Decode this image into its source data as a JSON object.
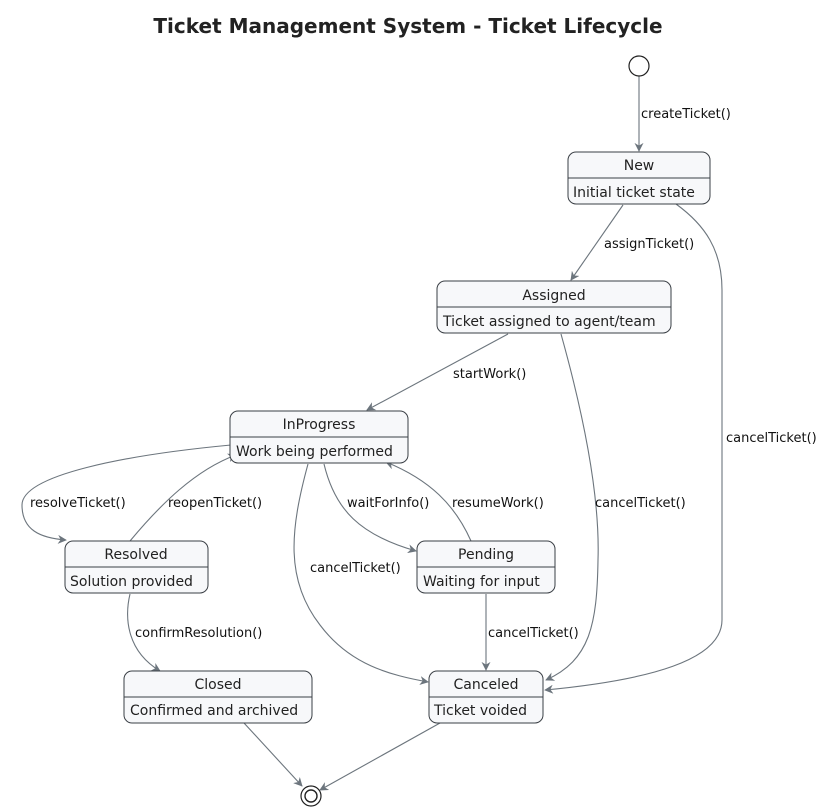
{
  "diagram": {
    "title": "Ticket Management System - Ticket Lifecycle",
    "colors": {
      "state_fill": "#f7f8fa",
      "state_border": "#3a3f45",
      "edge": "#6c757d",
      "text": "#222222"
    },
    "states": {
      "new": {
        "name": "New",
        "description": "Initial ticket state"
      },
      "assigned": {
        "name": "Assigned",
        "description": "Ticket assigned to agent/team"
      },
      "inprogress": {
        "name": "InProgress",
        "description": "Work being performed"
      },
      "resolved": {
        "name": "Resolved",
        "description": "Solution provided"
      },
      "pending": {
        "name": "Pending",
        "description": "Waiting for input"
      },
      "closed": {
        "name": "Closed",
        "description": "Confirmed and archived"
      },
      "canceled": {
        "name": "Canceled",
        "description": "Ticket voided"
      }
    },
    "transitions": {
      "create_ticket": "createTicket()",
      "assign_ticket": "assignTicket()",
      "cancel_from_new": "cancelTicket()",
      "start_work": "startWork()",
      "cancel_from_assigned": "cancelTicket()",
      "resolve_ticket": "resolveTicket()",
      "reopen_ticket": "reopenTicket()",
      "wait_for_info": "waitForInfo()",
      "resume_work": "resumeWork()",
      "cancel_from_inprogress": "cancelTicket()",
      "cancel_from_pending": "cancelTicket()",
      "confirm_resolution": "confirmResolution()"
    }
  }
}
